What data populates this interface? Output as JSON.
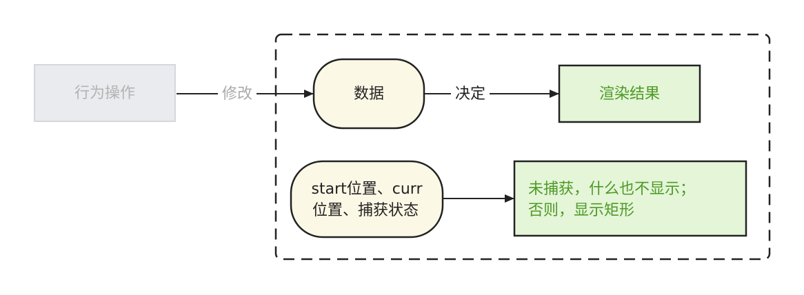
{
  "nodes": {
    "action": {
      "label": "行为操作",
      "text_color": "#b3b3b3",
      "fill": "#e9ebee",
      "stroke": "#d4d7dc"
    },
    "data": {
      "label": "数据",
      "text_color": "#222222",
      "fill": "#fcf8e6",
      "stroke": "#222222"
    },
    "render": {
      "label": "渲染结果",
      "text_color": "#4e9a26",
      "fill": "#e4f5d8",
      "stroke": "#222222"
    },
    "state": {
      "lines": [
        "start位置、curr",
        "位置、捕获状态"
      ],
      "text_color": "#222222",
      "fill": "#fcf8e6",
      "stroke": "#222222"
    },
    "result": {
      "lines": [
        "未捕获，什么也不显示；",
        "否则，显示矩形"
      ],
      "text_color": "#4e9a26",
      "fill": "#e4f5d8",
      "stroke": "#222222"
    }
  },
  "edges": {
    "modify": {
      "label": "修改",
      "label_color": "#aaaaaa"
    },
    "decide": {
      "label": "决定",
      "label_color": "#222222"
    },
    "state_result": {
      "label": ""
    }
  },
  "group": {
    "stroke": "#222222",
    "style": "dashed"
  }
}
